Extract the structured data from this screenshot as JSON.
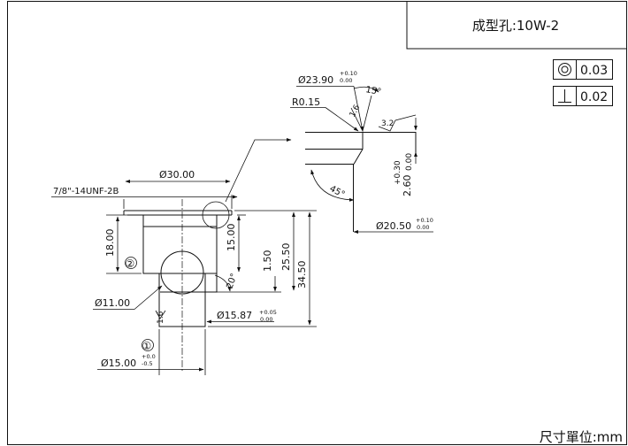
{
  "title_block": {
    "label": "成型孔:10W-2"
  },
  "unit_note": "尺寸單位:mm",
  "tolerance_frames": [
    {
      "symbol": "concentricity-icon",
      "value": "0.03"
    },
    {
      "symbol": "perpendicularity-icon",
      "value": "0.02"
    }
  ],
  "detail": {
    "od_main": "Ø23.90",
    "od_main_upper": "+0.10",
    "od_main_lower": "0.00",
    "angle_top": "15°",
    "radius": "R0.15",
    "surface_value_1": "1.6",
    "surface_value_2": "3.2",
    "height_upper": "+0.30",
    "height_lower": "0.00",
    "height_value": "2.60",
    "angle_bottom": "45°",
    "od_lower": "Ø20.50",
    "od_lower_upper": "+0.10",
    "od_lower_lower": "0.00"
  },
  "part": {
    "top_dia": "Ø30.00",
    "thread": "7/8\"-14UNF-2B",
    "len_18": "18.00",
    "len_15": "15.00",
    "len_150": "1.50",
    "len_2550": "25.50",
    "len_3450": "34.50",
    "angle_20": "20°",
    "marker_2": "②",
    "marker_1": "①",
    "dia_11": "Ø11.00",
    "dia_1587": "Ø15.87",
    "dia_1587_upper": "+0.05",
    "dia_1587_lower": "0.00",
    "surface_bore": "1.6",
    "dia_15": "Ø15.00",
    "dia_15_upper": "+0.0",
    "dia_15_lower": "-0.5"
  }
}
